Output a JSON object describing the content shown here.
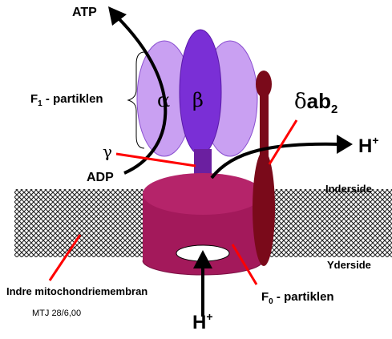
{
  "labels": {
    "atp": "ATP",
    "adp": "ADP",
    "f1_main": "F",
    "f1_sub": "1",
    "f1_rest": " - partiklen",
    "f0_main": "F",
    "f0_sub": "0",
    "f0_rest": " - partiklen",
    "gamma": "γ",
    "alpha": "α",
    "beta": "β",
    "delta": "δ",
    "ab": "ab",
    "ab_sub": "2",
    "h_main": "H",
    "h_sup": "+",
    "inderside": "Inderside",
    "yderside": "Yderside",
    "membrane": "Indre mitochondriemembran",
    "credit": "MTJ 28/6,00"
  },
  "colors": {
    "alpha_light": "#c9a0f2",
    "alpha_mid": "#a872e6",
    "beta": "#7a2fd6",
    "gamma_stalk": "#6b1fa0",
    "f0": "#a3195b",
    "f0_top": "#b5246a",
    "delta_stalk": "#7a0a1a",
    "pointer": "#ff0000",
    "arrow": "#000000"
  },
  "icons": {
    "atp_arrow": "curved-arrow-up-icon",
    "proton_out_arrow": "arrow-right-icon",
    "proton_in_arrow": "arrow-up-icon",
    "membrane_texture": "lipid-bilayer-pattern"
  }
}
